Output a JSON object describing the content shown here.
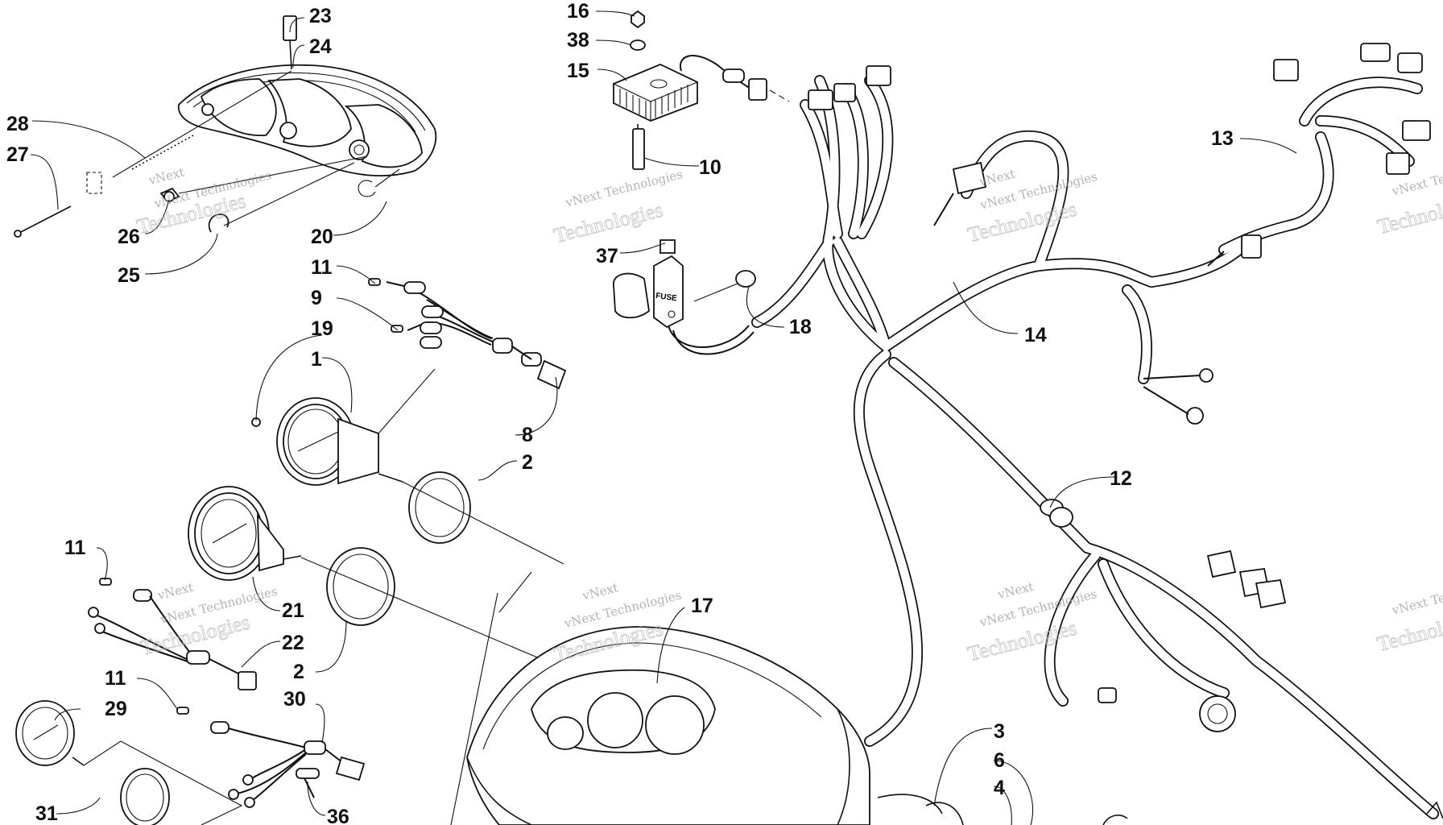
{
  "diagram": {
    "labels": [
      {
        "id": "p23",
        "text": "23"
      },
      {
        "id": "p24",
        "text": "24"
      },
      {
        "id": "p28",
        "text": "28"
      },
      {
        "id": "p27",
        "text": "27"
      },
      {
        "id": "p26",
        "text": "26"
      },
      {
        "id": "p25",
        "text": "25"
      },
      {
        "id": "p20",
        "text": "20"
      },
      {
        "id": "p11a",
        "text": "11"
      },
      {
        "id": "p9",
        "text": "9"
      },
      {
        "id": "p19",
        "text": "19"
      },
      {
        "id": "p1",
        "text": "1"
      },
      {
        "id": "p8",
        "text": "8"
      },
      {
        "id": "p2a",
        "text": "2"
      },
      {
        "id": "p11b",
        "text": "11"
      },
      {
        "id": "p21",
        "text": "21"
      },
      {
        "id": "p22",
        "text": "22"
      },
      {
        "id": "p2b",
        "text": "2"
      },
      {
        "id": "p11c",
        "text": "11"
      },
      {
        "id": "p29",
        "text": "29"
      },
      {
        "id": "p30",
        "text": "30"
      },
      {
        "id": "p31",
        "text": "31"
      },
      {
        "id": "p36",
        "text": "36"
      },
      {
        "id": "p16",
        "text": "16"
      },
      {
        "id": "p38",
        "text": "38"
      },
      {
        "id": "p15",
        "text": "15"
      },
      {
        "id": "p10",
        "text": "10"
      },
      {
        "id": "p37",
        "text": "37"
      },
      {
        "id": "p18",
        "text": "18"
      },
      {
        "id": "p17",
        "text": "17"
      },
      {
        "id": "p14",
        "text": "14"
      },
      {
        "id": "p13",
        "text": "13"
      },
      {
        "id": "p12",
        "text": "12"
      },
      {
        "id": "p3",
        "text": "3"
      },
      {
        "id": "p6",
        "text": "6"
      },
      {
        "id": "p4",
        "text": "4"
      }
    ],
    "fuse_text": "FUSE",
    "watermark": {
      "line1": "vNext Technologies",
      "line2": "vNext",
      "line3": "Technologies"
    }
  }
}
